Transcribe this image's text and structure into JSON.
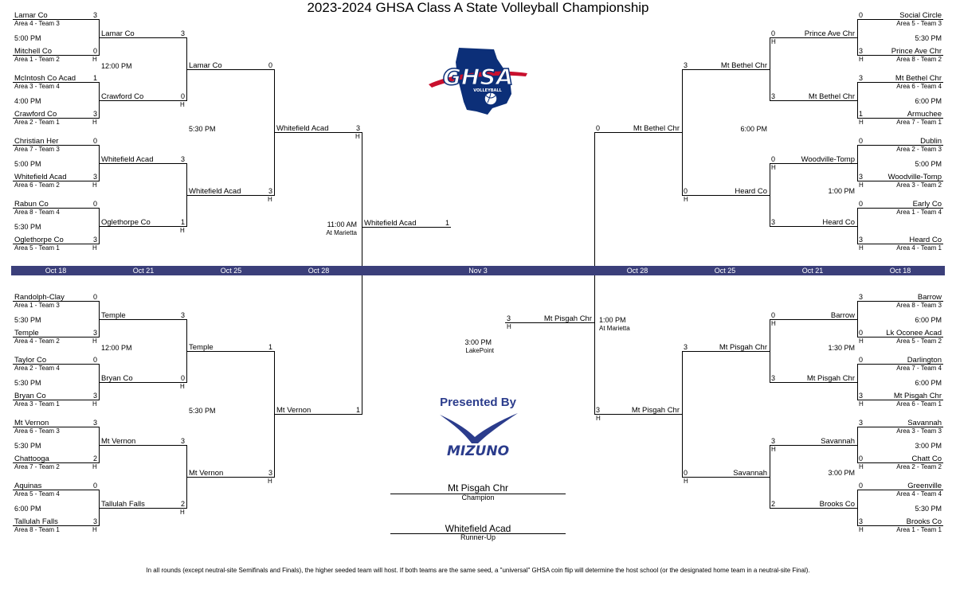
{
  "title": "2023-2024 GHSA Class A State Volleyball Championship",
  "dates": {
    "left": [
      "Oct 18",
      "Oct 21",
      "Oct 25",
      "Oct 28"
    ],
    "center": "Nov 3",
    "right": [
      "Oct 28",
      "Oct 25",
      "Oct 21",
      "Oct 18"
    ]
  },
  "logo": {
    "text": "GHSA",
    "sub": "VOLLEYBALL"
  },
  "sponsor": {
    "presented": "Presented By",
    "name": "MIZUNO"
  },
  "champion": {
    "team": "Mt Pisgah Chr",
    "label": "Champion"
  },
  "runner_up": {
    "team": "Whitefield Acad",
    "label": "Runner-Up"
  },
  "footnote": "In all rounds (except neutral-site Semifinals and Finals), the higher seeded team will host. If both teams are the same seed, a \"universal\" GHSA coin flip will determine the host school (or the designated home team in a neutral-site Final).",
  "home": "H",
  "left_top": {
    "r1": [
      {
        "team": "Lamar Co",
        "score": "3",
        "sub": "Area 4 - Team 3",
        "time": "5:00 PM"
      },
      {
        "team": "Mitchell Co",
        "score": "0",
        "sub": "Area 1 - Team 2"
      },
      {
        "team": "McIntosh Co Acad",
        "score": "1",
        "sub": "Area 3 - Team 4",
        "time": "4:00 PM"
      },
      {
        "team": "Crawford Co",
        "score": "3",
        "sub": "Area 2 - Team 1"
      },
      {
        "team": "Christian Her",
        "score": "0",
        "sub": "Area 7 - Team 3",
        "time": "5:00 PM"
      },
      {
        "team": "Whitefield Acad",
        "score": "3",
        "sub": "Area 6 - Team 2"
      },
      {
        "team": "Rabun Co",
        "score": "0",
        "sub": "Area 8 - Team 4",
        "time": "5:30 PM"
      },
      {
        "team": "Oglethorpe Co",
        "score": "3",
        "sub": "Area 5 - Team 1"
      }
    ],
    "r2": [
      {
        "team": "Lamar Co",
        "score": "3"
      },
      {
        "team": "Crawford Co",
        "score": "0"
      },
      {
        "team": "Whitefield Acad",
        "score": "3"
      },
      {
        "team": "Oglethorpe Co",
        "score": "1"
      }
    ],
    "r2_times": [
      "12:00 PM"
    ],
    "r3": [
      {
        "team": "Lamar Co",
        "score": "0"
      },
      {
        "team": "Whitefield Acad",
        "score": "3"
      }
    ],
    "r3_time": "5:30 PM",
    "r4": {
      "team": "Whitefield Acad",
      "score": "3"
    }
  },
  "left_bottom": {
    "r1": [
      {
        "team": "Randolph-Clay",
        "score": "0",
        "sub": "Area 1 - Team 3",
        "time": "5:30 PM"
      },
      {
        "team": "Temple",
        "score": "3",
        "sub": "Area 4 - Team 2"
      },
      {
        "team": "Taylor Co",
        "score": "0",
        "sub": "Area 2 - Team 4",
        "time": "5:30 PM"
      },
      {
        "team": "Bryan Co",
        "score": "3",
        "sub": "Area 3 - Team 1"
      },
      {
        "team": "Mt Vernon",
        "score": "3",
        "sub": "Area 6 - Team 3",
        "time": "5:30 PM"
      },
      {
        "team": "Chattooga",
        "score": "2",
        "sub": "Area 7 - Team 2"
      },
      {
        "team": "Aquinas",
        "score": "0",
        "sub": "Area 5 - Team 4",
        "time": "6:00 PM"
      },
      {
        "team": "Tallulah Falls",
        "score": "3",
        "sub": "Area 8 - Team 1"
      }
    ],
    "r2": [
      {
        "team": "Temple",
        "score": "3"
      },
      {
        "team": "Bryan Co",
        "score": "0"
      },
      {
        "team": "Mt Vernon",
        "score": "3"
      },
      {
        "team": "Tallulah Falls",
        "score": "2"
      }
    ],
    "r2_times": [
      "12:00 PM"
    ],
    "r3": [
      {
        "team": "Temple",
        "score": "1"
      },
      {
        "team": "Mt Vernon",
        "score": "3"
      }
    ],
    "r3_time": "5:30 PM",
    "r4": {
      "team": "Mt Vernon",
      "score": "1"
    }
  },
  "right_top": {
    "r1": [
      {
        "team": "Social Circle",
        "score": "0",
        "sub": "Area 5 - Team 3",
        "time": "5:30 PM"
      },
      {
        "team": "Prince Ave Chr",
        "score": "3",
        "sub": "Area 8 - Team 2"
      },
      {
        "team": "Mt Bethel Chr",
        "score": "3",
        "sub": "Area 6 - Team 4",
        "time": "6:00 PM"
      },
      {
        "team": "Armuchee",
        "score": "1",
        "sub": "Area 7 - Team 1"
      },
      {
        "team": "Dublin",
        "score": "0",
        "sub": "Area 2 - Team 3",
        "time": "5:00 PM"
      },
      {
        "team": "Woodville-Tomp",
        "score": "3",
        "sub": "Area 3 - Team 2"
      },
      {
        "team": "Early Co",
        "score": "0",
        "sub": "Area 1 - Team 4"
      },
      {
        "team": "Heard Co",
        "score": "3",
        "sub": "Area 4 - Team 1"
      }
    ],
    "r2": [
      {
        "team": "Prince Ave Chr",
        "score": "0"
      },
      {
        "team": "Mt Bethel Chr",
        "score": "3"
      },
      {
        "team": "Woodville-Tomp",
        "score": "0"
      },
      {
        "team": "Heard Co",
        "score": "3"
      }
    ],
    "r2_times": [
      "1:00 PM"
    ],
    "r3": [
      {
        "team": "Mt Bethel Chr",
        "score": "3"
      },
      {
        "team": "Heard Co",
        "score": "0"
      }
    ],
    "r3_time": "6:00 PM",
    "r4": {
      "team": "Mt Bethel Chr",
      "score": "0"
    }
  },
  "right_bottom": {
    "r1": [
      {
        "team": "Barrow",
        "score": "3",
        "sub": "Area 8 - Team 3",
        "time": "6:00 PM"
      },
      {
        "team": "Lk Oconee Acad",
        "score": "0",
        "sub": "Area 5 - Team 2"
      },
      {
        "team": "Darlington",
        "score": "0",
        "sub": "Area 7 - Team 4",
        "time": "6:00 PM"
      },
      {
        "team": "Mt Pisgah Chr",
        "score": "3",
        "sub": "Area 6 - Team 1"
      },
      {
        "team": "Savannah",
        "score": "3",
        "sub": "Area 3 - Team 3",
        "time": "3:00 PM"
      },
      {
        "team": "Chatt Co",
        "score": "0",
        "sub": "Area 2 - Team 2"
      },
      {
        "team": "Greenville",
        "score": "0",
        "sub": "Area 4 - Team 4",
        "time": "5:30 PM"
      },
      {
        "team": "Brooks Co",
        "score": "3",
        "sub": "Area 1 - Team 1"
      }
    ],
    "r2": [
      {
        "team": "Barrow",
        "score": "0"
      },
      {
        "team": "Mt Pisgah Chr",
        "score": "3"
      },
      {
        "team": "Savannah",
        "score": "3"
      },
      {
        "team": "Brooks Co",
        "score": "2"
      }
    ],
    "r2_times": [
      "1:30 PM",
      "3:00 PM"
    ],
    "r3": [
      {
        "team": "Mt Pisgah Chr",
        "score": "3"
      },
      {
        "team": "Savannah",
        "score": "0"
      }
    ],
    "r4": {
      "team": "Mt Pisgah Chr",
      "score": "3"
    }
  },
  "semis": {
    "left": {
      "time": "11:00 AM",
      "site": "At Marietta"
    },
    "right": {
      "time": "1:00 PM",
      "site": "At Marietta"
    }
  },
  "final": {
    "left": {
      "team": "Whitefield Acad",
      "score": "1"
    },
    "right": {
      "team": "Mt Pisgah Chr",
      "score": "3"
    },
    "time": "3:00 PM",
    "site": "LakePoint"
  }
}
